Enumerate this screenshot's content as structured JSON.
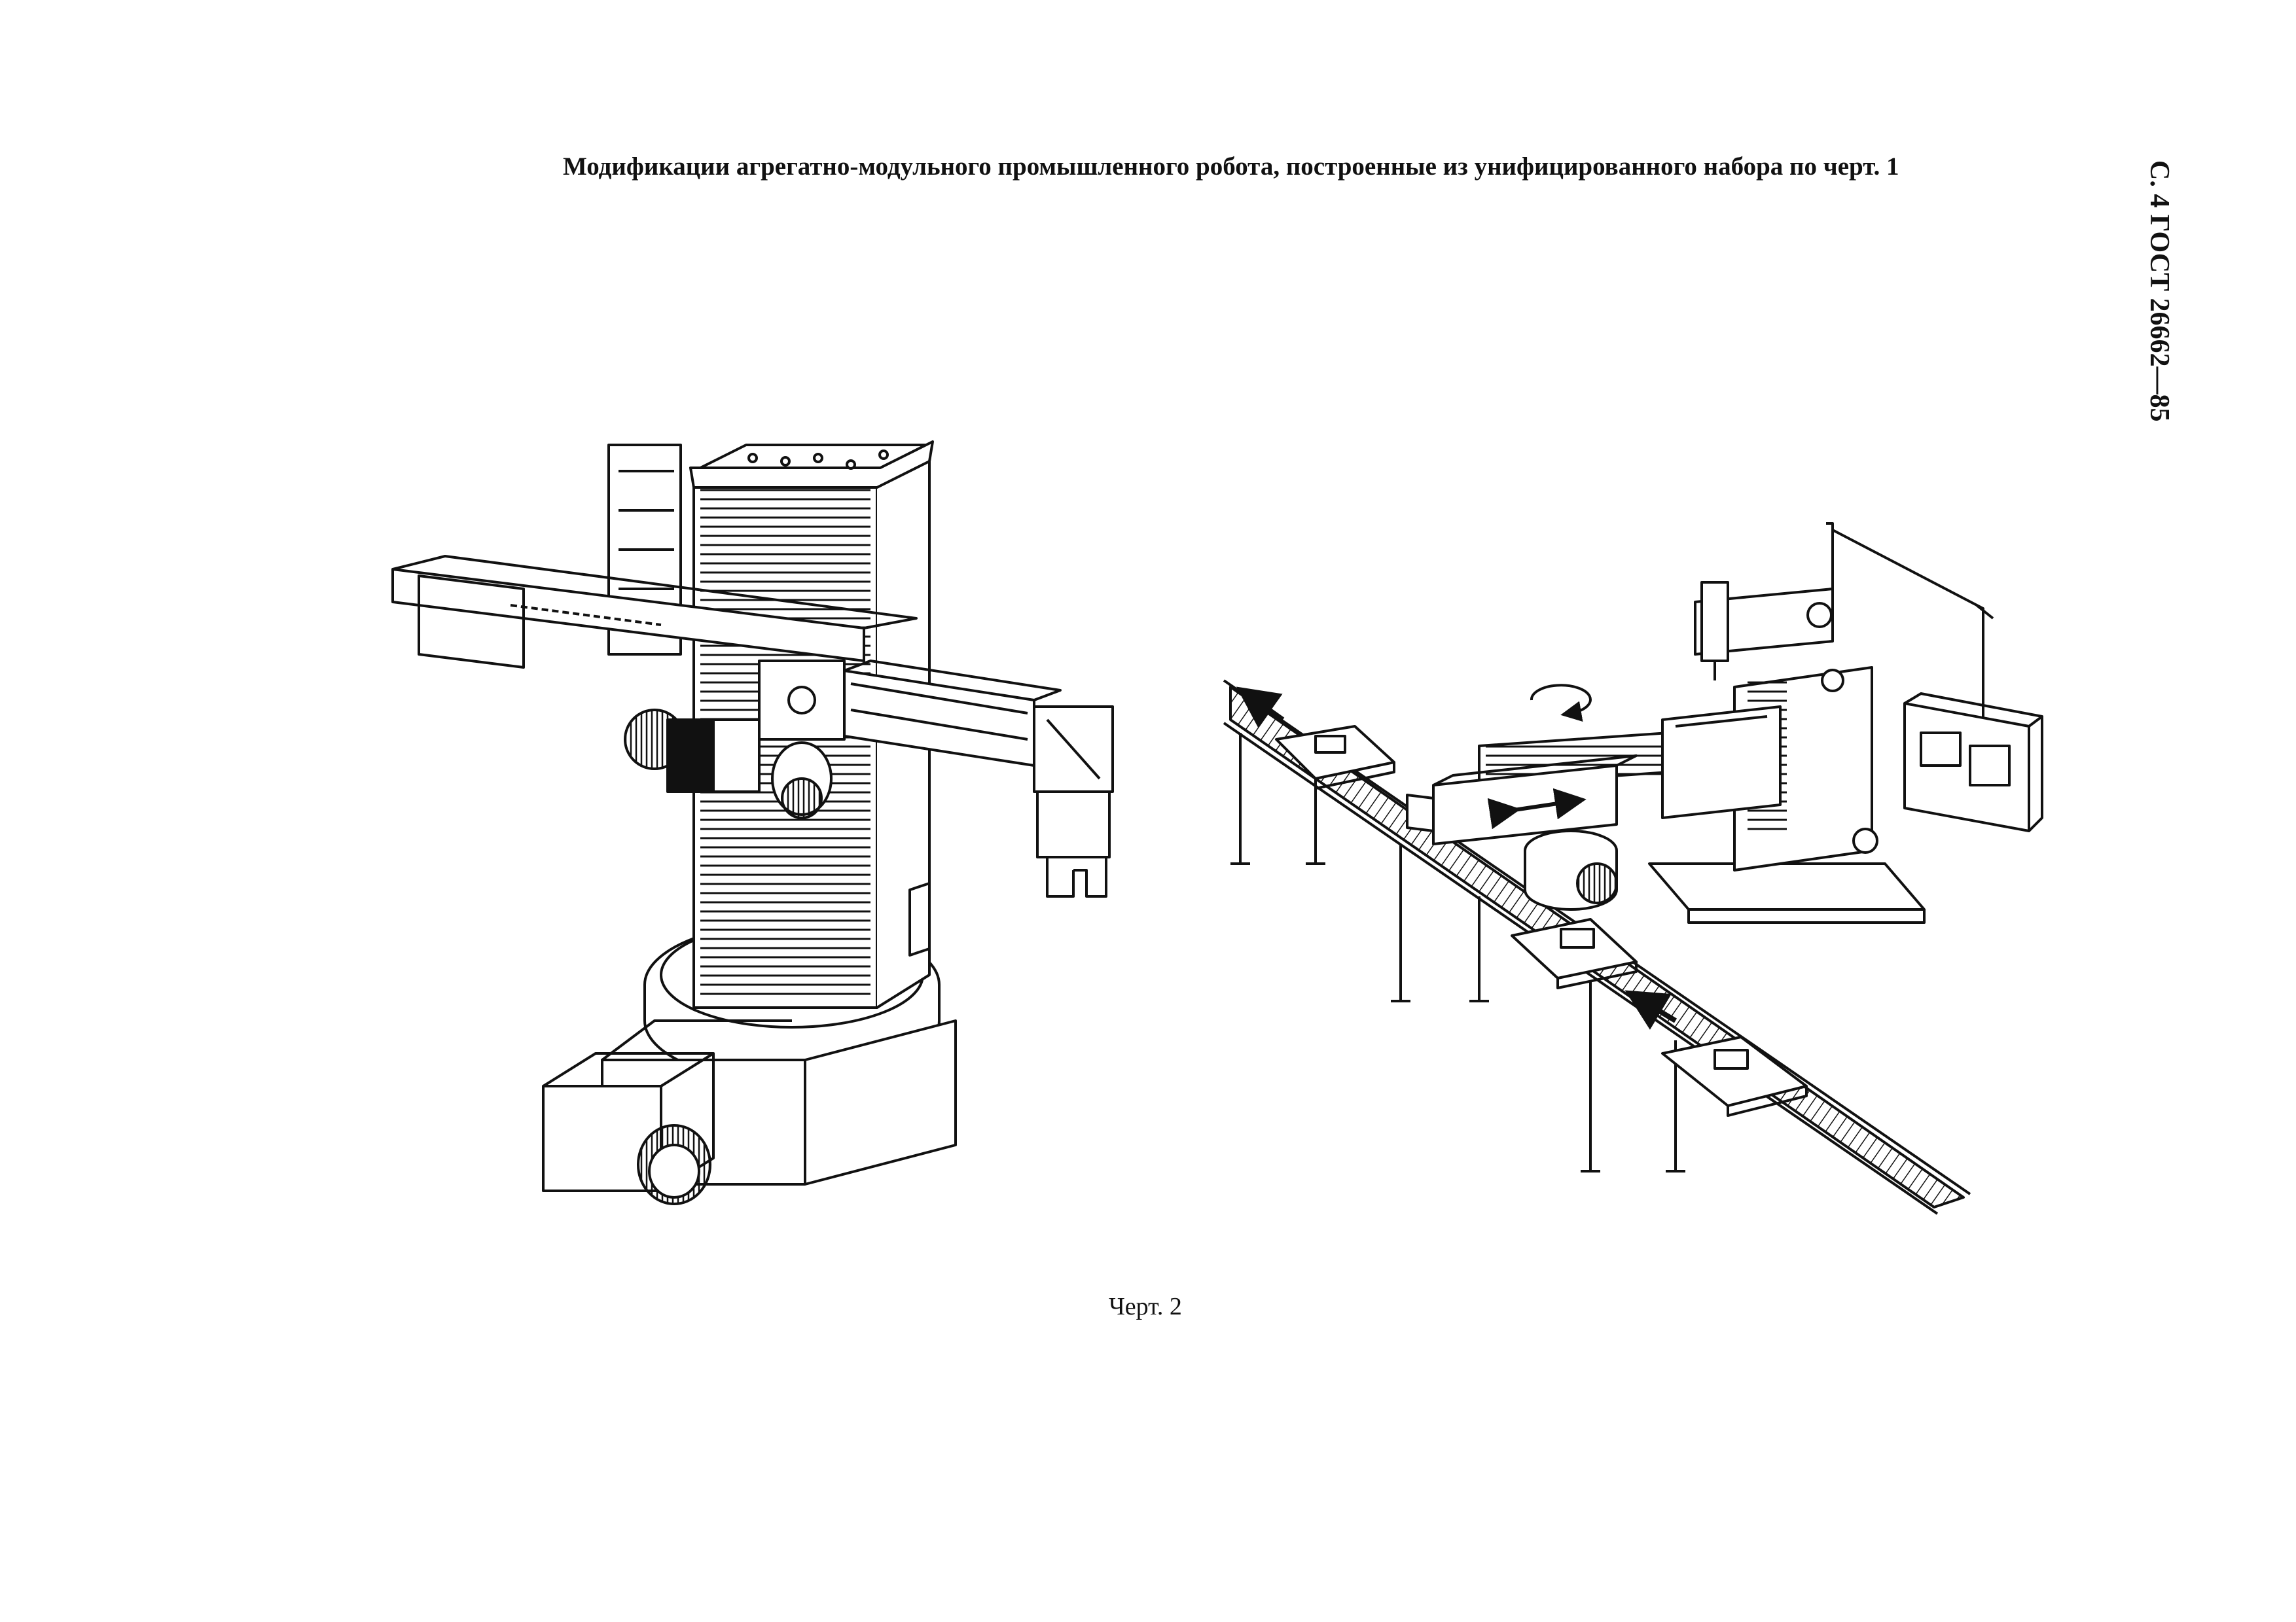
{
  "document": {
    "title": "Модификации агрегатно-модульного промышленного робота, построенные из унифицированного набора по черт. 1",
    "side_header": "С. 4 ГОСТ 26662—85",
    "caption": "Черт. 2"
  }
}
